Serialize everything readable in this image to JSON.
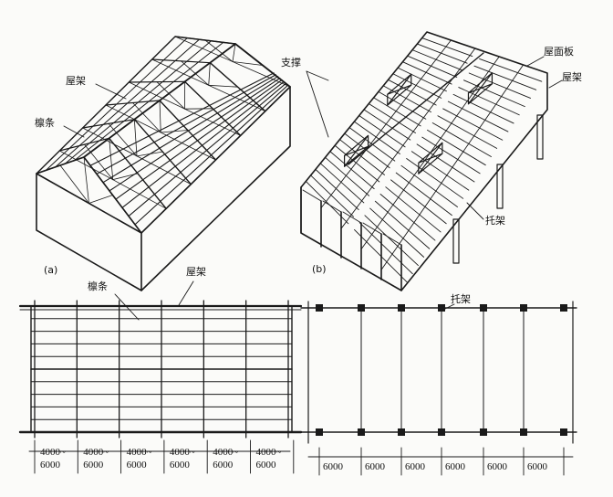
{
  "figure": {
    "panel_a": {
      "tag": "(a)",
      "labels": {
        "truss": "屋架",
        "purlin": "檩条"
      }
    },
    "panel_b": {
      "tag": "(b)",
      "labels": {
        "bracing": "支撑",
        "roof_panel": "屋面板",
        "truss": "屋架",
        "support_truss": "托架"
      }
    },
    "plan_a": {
      "labels": {
        "purlin": "檩条",
        "truss": "屋架"
      },
      "spans": [
        {
          "top": "4000~",
          "bottom": "6000"
        },
        {
          "top": "4000~",
          "bottom": "6000"
        },
        {
          "top": "4000~",
          "bottom": "6000"
        },
        {
          "top": "4000~",
          "bottom": "6000"
        },
        {
          "top": "4000~",
          "bottom": "6000"
        },
        {
          "top": "4000~",
          "bottom": "6000"
        }
      ]
    },
    "plan_b": {
      "labels": {
        "support_truss": "托架"
      },
      "spans": [
        "6000",
        "6000",
        "6000",
        "6000",
        "6000",
        "6000"
      ]
    }
  }
}
